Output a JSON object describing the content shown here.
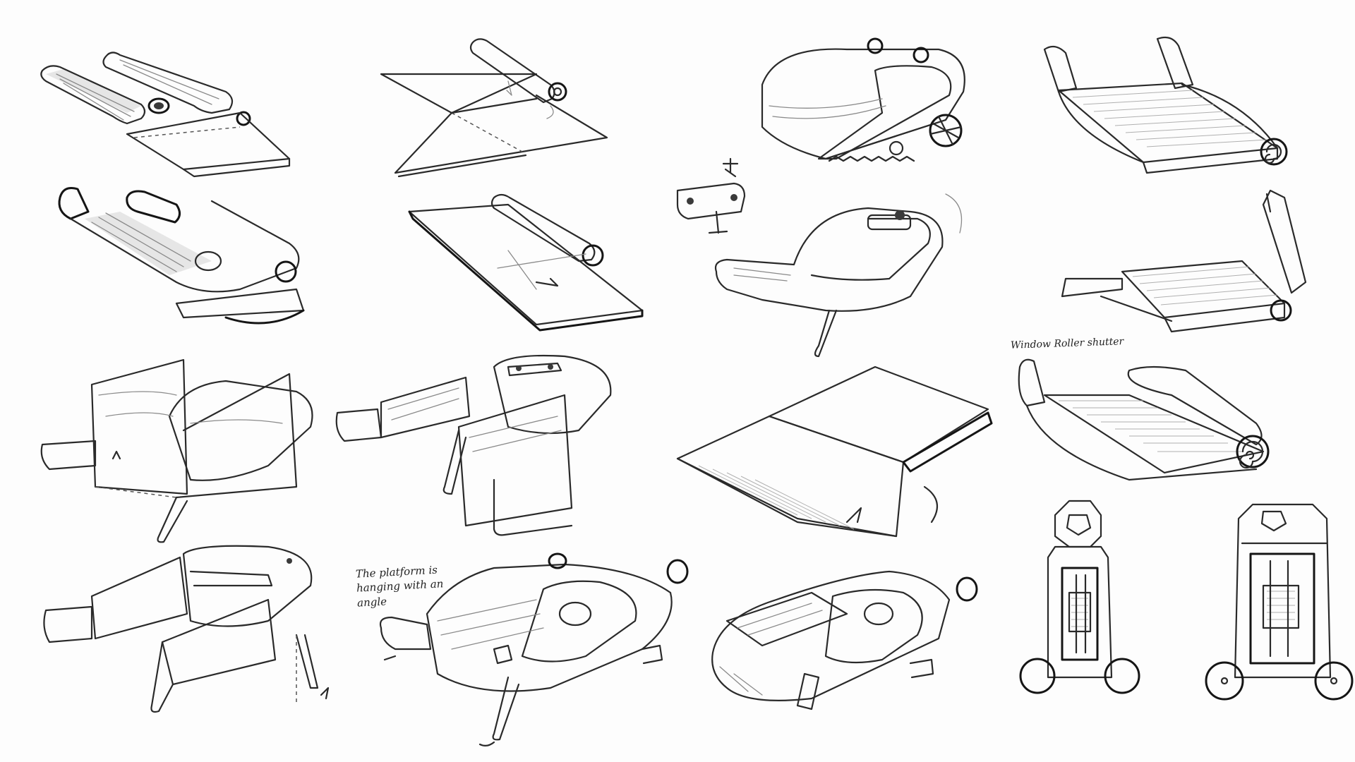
{
  "annotations": {
    "platform_note": "The platform is hanging with an angle",
    "roller_note": "Window Roller shutter"
  },
  "colors": {
    "paper": "#fdfdfd",
    "ink": "#2a2a2a",
    "shade": "#e6e6e6"
  },
  "sketches": [
    {
      "id": "r1-c1"
    },
    {
      "id": "r1-c2"
    },
    {
      "id": "r1-c3"
    },
    {
      "id": "r1-c4"
    },
    {
      "id": "r2-c1"
    },
    {
      "id": "r2-c2"
    },
    {
      "id": "r2-c3"
    },
    {
      "id": "r2-c4"
    },
    {
      "id": "r3-c1"
    },
    {
      "id": "r3-c2"
    },
    {
      "id": "r3-c3"
    },
    {
      "id": "r3-c4"
    },
    {
      "id": "r4-c1"
    },
    {
      "id": "r4-c2"
    },
    {
      "id": "r4-c3"
    },
    {
      "id": "r4-c4a"
    },
    {
      "id": "r4-c4b"
    }
  ]
}
